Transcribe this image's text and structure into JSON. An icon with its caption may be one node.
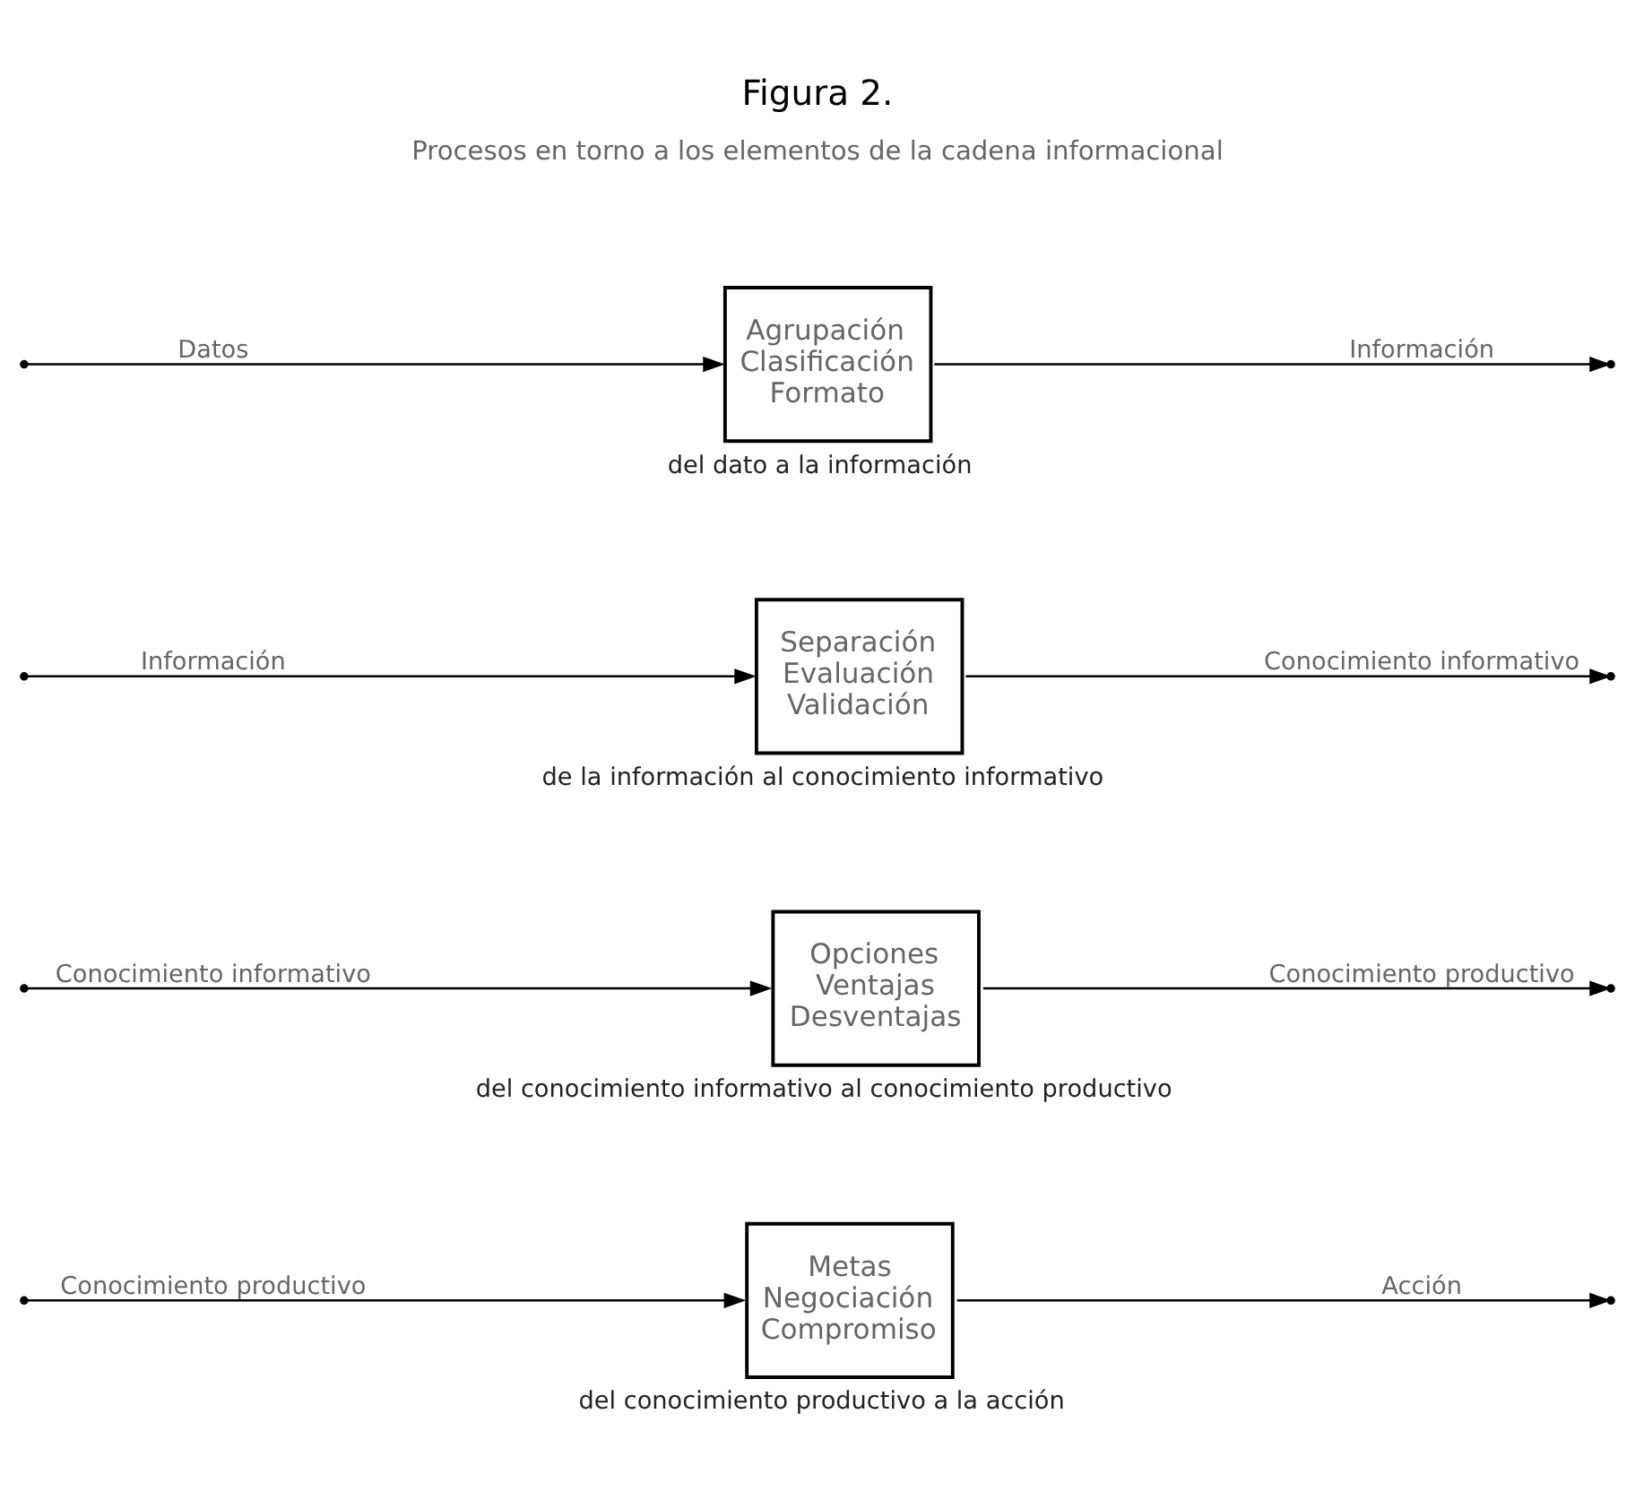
{
  "diagram": {
    "title": "Figura 2.",
    "nodes": [
      {
        "text": [
          "Agrupación Clasificación Formato"
        ],
        "beside": [
          "del dato a la información"
        ]
      },
      {
        "text": [
          "Separación Evaluación Validación"
        ],
        "beside": [
          "de la información al conocimiento informativo"
        ]
      },
      {
        "text": [
          "Opciones Ventajas Desventajas"
        ],
        "beside": [
          "del conocimiento informativo al conocimiento productivo"
        ]
      },
      {
        "text": [
          "Metas Negociación Compromiso"
        ],
        "beside": [
          "del conocimiento productivo a la acción"
        ]
      }
    ],
    "edges": [
      {
        "from": null,
        "to": 0,
        "arrow": "to",
        "label": "Datos"
      },
      {
        "from": 0,
        "to": null,
        "arrow": "to",
        "label": "Información"
      },
      {
        "from": null,
        "to": 1,
        "arrow": "to",
        "label": "Información"
      },
      {
        "from": 1,
        "to": null,
        "arrow": "to",
        "label": "Conocimiento informativo"
      },
      {
        "from": null,
        "to": 2,
        "arrow": "to",
        "label": "Conocimiento informativo"
      },
      {
        "from": 2,
        "to": null,
        "arrow": "to",
        "label": "Conocimiento productivo"
      },
      {
        "from": null,
        "to": 3,
        "arrow": "to",
        "label": "Conocimiento productivo"
      },
      {
        "from": 3,
        "to": null,
        "arrow": "to",
        "label": "Acción"
      }
    ],
    "labels": [
      "Procesos en torno a los elementos de la cadena informacional"
    ]
  }
}
